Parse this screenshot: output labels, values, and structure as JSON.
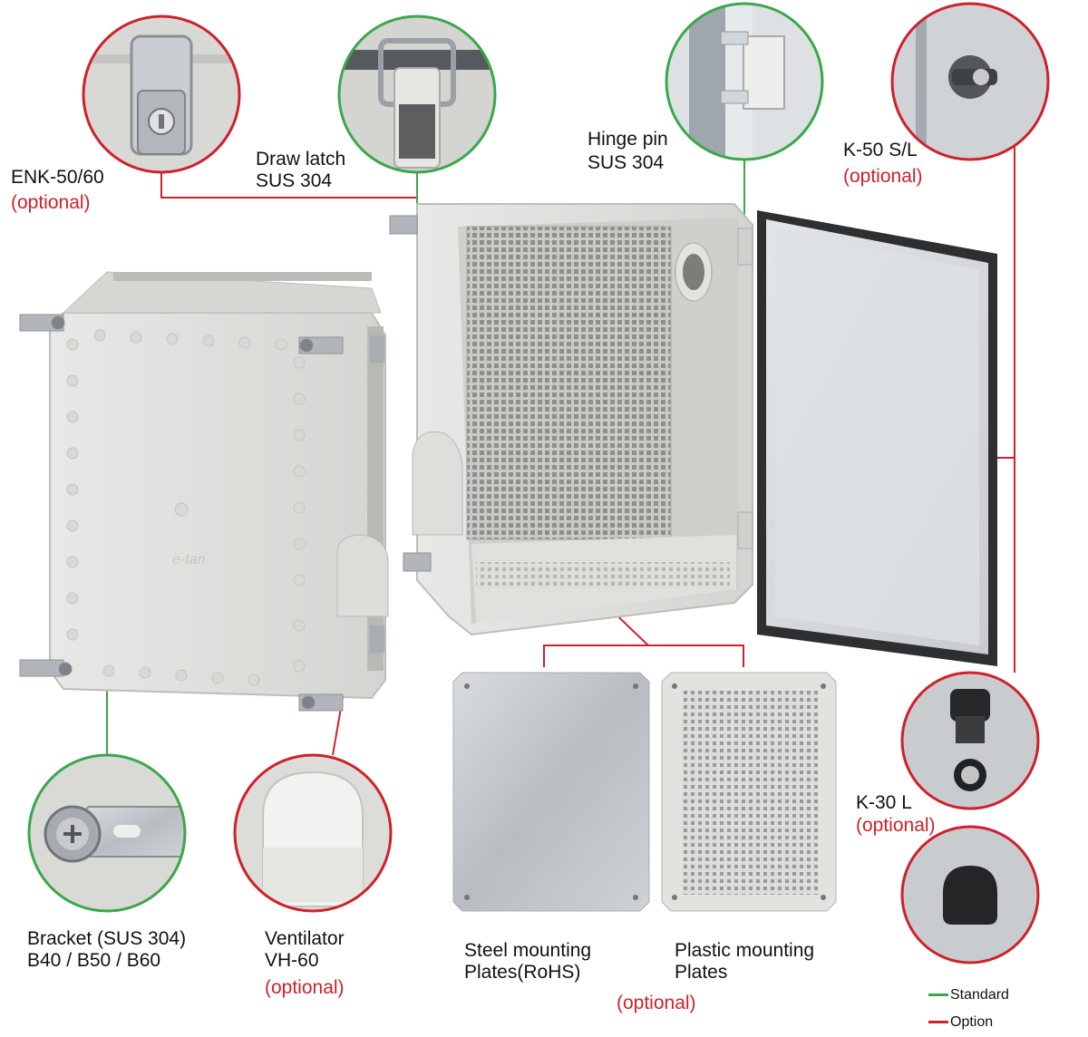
{
  "labels": {
    "enk": "ENK-50/60",
    "enk_opt": "(optional)",
    "draw_latch_1": "Draw latch",
    "draw_latch_2": "SUS 304",
    "hinge_1": "Hinge pin",
    "hinge_2": "SUS 304",
    "k50": "K-50 S/L",
    "k50_opt": "(optional)",
    "bracket_1": "Bracket (SUS 304)",
    "bracket_2": "B40 / B50 / B60",
    "vent_1": "Ventilator",
    "vent_2": "VH-60",
    "vent_opt": "(optional)",
    "steel_1": "Steel mounting",
    "steel_2": "Plates(RoHS)",
    "plastic_1": "Plastic mounting",
    "plastic_2": "Plates",
    "plates_opt": "(optional)",
    "k30": "K-30 L",
    "k30_opt": "(optional)",
    "brand_mark": "e-tan"
  },
  "legend": {
    "standard": "Standard",
    "option": "Option"
  },
  "colors": {
    "standard": "#3aa84a",
    "option": "#d0202a"
  }
}
